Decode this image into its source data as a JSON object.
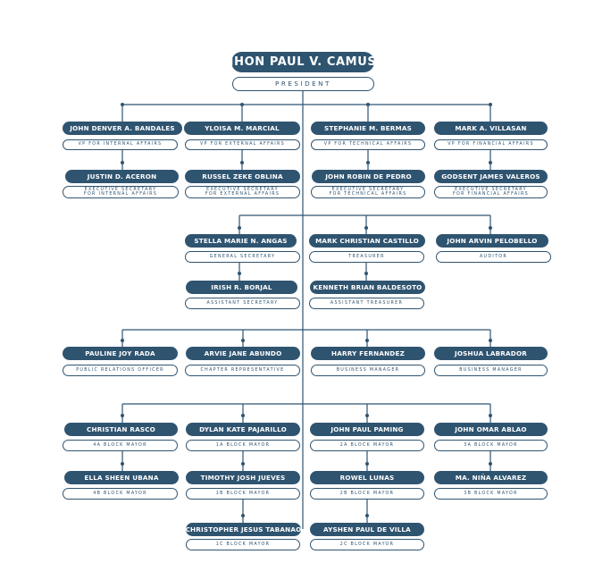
{
  "top": {
    "name": "JHON PAUL V. CAMUS",
    "role": "PRESIDENT"
  },
  "row1": [
    {
      "name": "JOHN DENVER A. BANDALES",
      "role": "VP FOR INTERNAL AFFAIRS"
    },
    {
      "name": "YLOISA M. MARCIAL",
      "role": "VP FOR EXTERNAL AFFAIRS"
    },
    {
      "name": "STEPHANIE M. BERMAS",
      "role": "VP FOR TECHNICAL AFFAIRS"
    },
    {
      "name": "MARK A. VILLASAN",
      "role": "VP FOR FINANCIAL AFFAIRS"
    }
  ],
  "row2": [
    {
      "name": "JUSTIN D. ACERON",
      "role": "EXECUTIVE SECRETARY\nFOR INTERNAL AFFAIRS"
    },
    {
      "name": "RUSSEL ZEKE OBLINA",
      "role": "EXECUTIVE SECRETARY\nFOR EXTERNAL AFFAIRS"
    },
    {
      "name": "JOHN ROBIN DE PEDRO",
      "role": "EXECUTIVE SECRETARY\nFOR TECHNICAL AFFAIRS"
    },
    {
      "name": "GODSENT JAMES VALEROS",
      "role": "EXECUTIVE SECRETARY\nFOR FINANCIAL AFFAIRS"
    }
  ],
  "row3": [
    {
      "name": "STELLA MARIE N. ANGAS",
      "role": "GENERAL SECRETARY"
    },
    {
      "name": "MARK CHRISTIAN CASTILLO",
      "role": "TREASURER"
    },
    {
      "name": "JOHN ARVIN PELOBELLO",
      "role": "AUDITOR"
    }
  ],
  "row4": [
    {
      "name": "IRISH R. BORJAL",
      "role": "ASSISTANT SECRETARY"
    },
    {
      "name": "KENNETH BRIAN BALDESOTO",
      "role": "ASSISTANT TREASURER"
    }
  ],
  "row5": [
    {
      "name": "PAULINE JOY RADA",
      "role": "PUBLIC RELATIONS OFFICER"
    },
    {
      "name": "ARVIE JANE ABUNDO",
      "role": "CHAPTER REPRESENTATIVE"
    },
    {
      "name": "HARRY FERNANDEZ",
      "role": "BUSINESS MANAGER"
    },
    {
      "name": "JOSHUA LABRADOR",
      "role": "BUSINESS MANAGER"
    }
  ],
  "row6": [
    {
      "name": "CHRISTIAN RASCO",
      "role": "4A BLOCK MAYOR"
    },
    {
      "name": "DYLAN KATE PAJARILLO",
      "role": "1A BLOCK MAYOR"
    },
    {
      "name": "JOHN PAUL PAMING",
      "role": "2A BLOCK MAYOR"
    },
    {
      "name": "JOHN OMAR ABLAO",
      "role": "3A BLOCK MAYOR"
    }
  ],
  "row7": [
    {
      "name": "ELLA SHEEN UBANA",
      "role": "4B BLOCK MAYOR"
    },
    {
      "name": "TIMOTHY JOSH JUEVES",
      "role": "1B BLOCK MAYOR"
    },
    {
      "name": "ROWEL LUNAS",
      "role": "2B BLOCK MAYOR"
    },
    {
      "name": "MA. NIÑA ALVAREZ",
      "role": "3B BLOCK MAYOR"
    }
  ],
  "row8": [
    {
      "name": "CHRISTOPHER JESUS TABANAO",
      "role": "1C BLOCK MAYOR"
    },
    {
      "name": "AYSHEN PAUL DE VILLA",
      "role": "2C BLOCK MAYOR"
    }
  ],
  "colors": {
    "primary": "#2f5470",
    "background": "#ffffff"
  }
}
